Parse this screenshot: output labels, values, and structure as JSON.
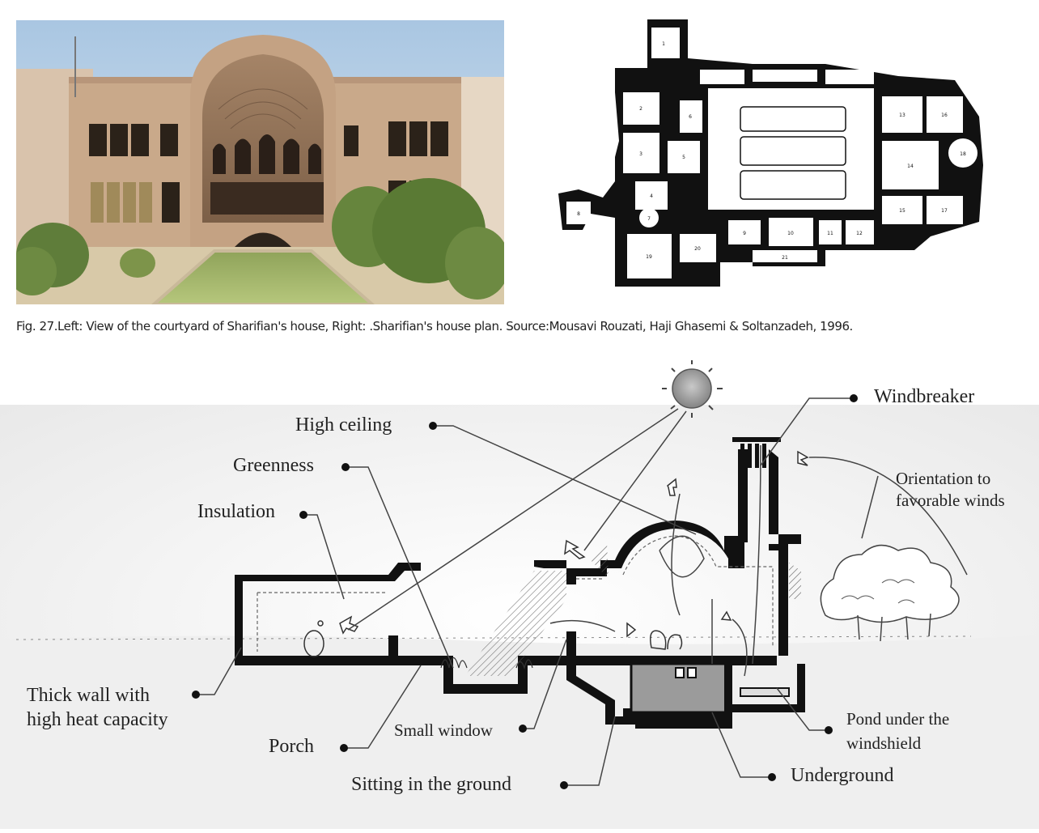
{
  "caption": "Fig. 27.Left: View of the courtyard of Sharifian's house, Right: .Sharifian's house plan. Source:Mousavi Rouzati, Haji Ghasemi & Soltanzadeh, 1996.",
  "labels": {
    "windbreaker": "Windbreaker",
    "high_ceiling": "High ceiling",
    "greenness": "Greenness",
    "orientation_1": "Orientation to",
    "orientation_2": "favorable winds",
    "insulation": "Insulation",
    "thick_wall_1": "Thick wall with",
    "thick_wall_2": "high heat capacity",
    "porch": "Porch",
    "small_window": "Small window",
    "pond_1": "Pond under the",
    "pond_2": "windshield",
    "underground": "Underground",
    "sitting": "Sitting in the ground"
  },
  "plan_numbers": [
    "1",
    "2",
    "3",
    "4",
    "5",
    "6",
    "7",
    "8",
    "9",
    "10",
    "11",
    "12",
    "13",
    "14",
    "15",
    "16",
    "17",
    "18",
    "19",
    "20",
    "21"
  ],
  "colors": {
    "sky": "#cfe0ef",
    "brick": "#c9a889",
    "water": "#9fb56e",
    "green": "#5f7d3a",
    "ink": "#111111"
  }
}
